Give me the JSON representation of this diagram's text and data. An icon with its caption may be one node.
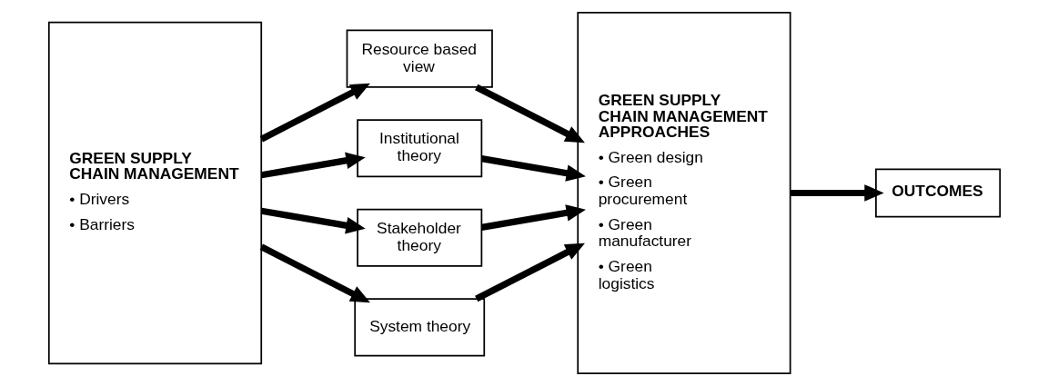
{
  "diagram": {
    "nodes": [
      {
        "text": [
          "GREEN SUPPLY CHAIN MANAGEMENT",
          "• Drivers",
          "• Barriers"
        ]
      },
      {
        "text": [
          "Resource based view"
        ]
      },
      {
        "text": [
          "Institutional theory"
        ]
      },
      {
        "text": [
          "Stakeholder theory"
        ]
      },
      {
        "text": [
          "System theory"
        ]
      },
      {
        "text": [
          "GREEN SUPPLY CHAIN MANAGEMENT APPROACHES",
          "• Green design",
          "• Green procurement",
          "• Green manufacturer",
          "• Green logistics"
        ]
      },
      {
        "text": [
          "OUTCOMES"
        ]
      }
    ],
    "edges": [
      {
        "from": 0,
        "to": 1,
        "arrow": "to"
      },
      {
        "from": 0,
        "to": 2,
        "arrow": "to"
      },
      {
        "from": 0,
        "to": 3,
        "arrow": "to"
      },
      {
        "from": 0,
        "to": 4,
        "arrow": "to"
      },
      {
        "from": 1,
        "to": 5,
        "arrow": "to"
      },
      {
        "from": 2,
        "to": 5,
        "arrow": "to"
      },
      {
        "from": 3,
        "to": 5,
        "arrow": "to"
      },
      {
        "from": 4,
        "to": 5,
        "arrow": "to"
      },
      {
        "from": 5,
        "to": 6,
        "arrow": "to"
      }
    ]
  }
}
